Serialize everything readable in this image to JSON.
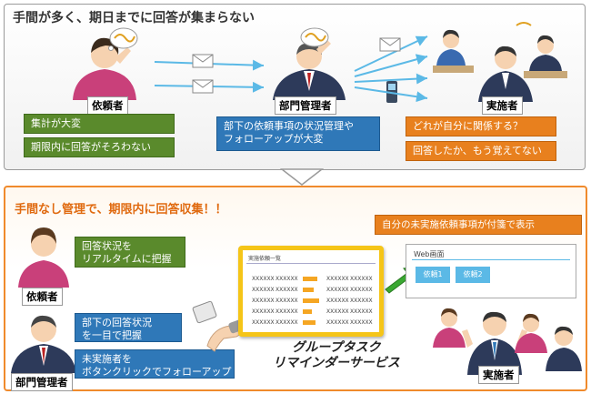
{
  "top": {
    "title": "手間が多く、期日までに回答が集まらない",
    "requester_label": "依頼者",
    "manager_label": "部門管理者",
    "assignee_label": "実施者",
    "requester_issues": [
      "集計が大変",
      "期限内に回答がそろわない"
    ],
    "manager_issue": [
      "部下の依頼事項の状況管理や",
      "フォローアップが大変"
    ],
    "assignee_issues": [
      "どれが自分に関係する？",
      "回答したか、もう覚えてない"
    ]
  },
  "bottom": {
    "title": "手間なし管理で、期限内に回答収集！！",
    "sticky_note_caption": "自分の未実施依頼事項が付箋で表示",
    "requester_label": "依頼者",
    "manager_label": "部門管理者",
    "assignee_label": "実施者",
    "requester_benefit": [
      "回答状況を",
      "リアルタイムに把握"
    ],
    "manager_benefits": [
      [
        "部下の回答状況",
        "を一目で把握"
      ],
      [
        "未実施者を",
        "ボタンクリックでフォローアップ"
      ]
    ],
    "service_name": [
      "グループタスク",
      "リマインダーサービス"
    ],
    "screen_title": "実施依頼一覧",
    "screen_cell": "XXXXXX",
    "web_screen_label": "Web画面",
    "sticky_notes": [
      "依頼1",
      "依頼2"
    ]
  },
  "colors": {
    "green": "#5a8a2c",
    "blue": "#2f78b8",
    "orange": "#e8801e",
    "frame": "#f08a2c"
  }
}
